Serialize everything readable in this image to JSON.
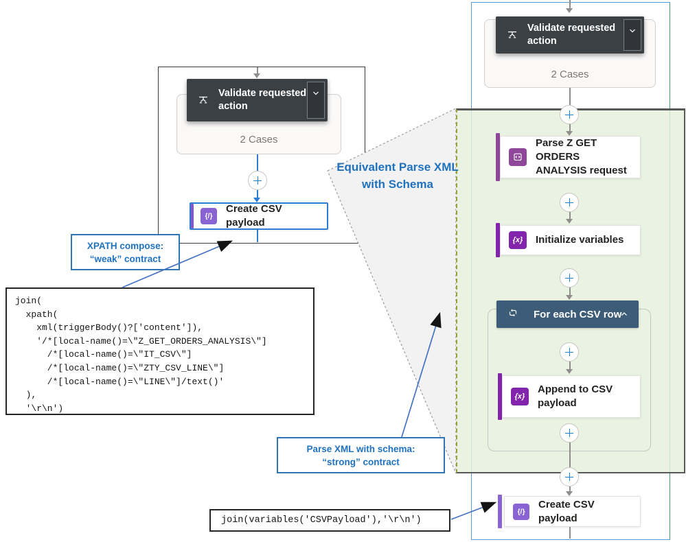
{
  "colors": {
    "accent_blue": "#2b7cd3",
    "annotation_blue": "#1f72c0",
    "header_dark": "#3b4045",
    "foreach_blue": "#3d5c77",
    "purple_variable": "#8324ad",
    "purple_parse": "#8f4899",
    "purple_compose": "#8a63d2",
    "plus_blue": "#1a7fd1",
    "connector_gray": "#908e8c",
    "green_overlay": "#e5f0db"
  },
  "icons": {
    "variable_glyph": "{x}",
    "compose_glyph": "{/}"
  },
  "left_flow": {
    "switch_title": "Validate requested action",
    "switch_cases": "2 Cases",
    "compose_title": "Create CSV payload"
  },
  "right_flow": {
    "switch_title": "Validate requested action",
    "switch_cases": "2 Cases",
    "parse_title": "Parse Z GET ORDERS ANALYSIS request",
    "init_title": "Initialize variables",
    "foreach_title": "For each CSV row",
    "append_title": "Append to CSV payload",
    "compose_title": "Create CSV payload"
  },
  "annotations": {
    "equivalent_label": "Equivalent Parse XML with Schema",
    "weak_line1": "XPATH compose:",
    "weak_line2": "“weak” contract",
    "strong_line1": "Parse XML with schema:",
    "strong_line2": "“strong” contract",
    "xpath_code_lines": [
      "join(",
      "  xpath(",
      "    xml(triggerBody()?['content']),",
      "    '/*[local-name()=\\\"Z_GET_ORDERS_ANALYSIS\\\"]",
      "      /*[local-name()=\\\"IT_CSV\\\"]",
      "      /*[local-name()=\\\"ZTY_CSV_LINE\\\"]",
      "      /*[local-name()=\\\"LINE\\\"]/text()'",
      "  ),",
      "  '\\r\\n')"
    ],
    "join_code": "join(variables('CSVPayload'),'\\r\\n')"
  }
}
